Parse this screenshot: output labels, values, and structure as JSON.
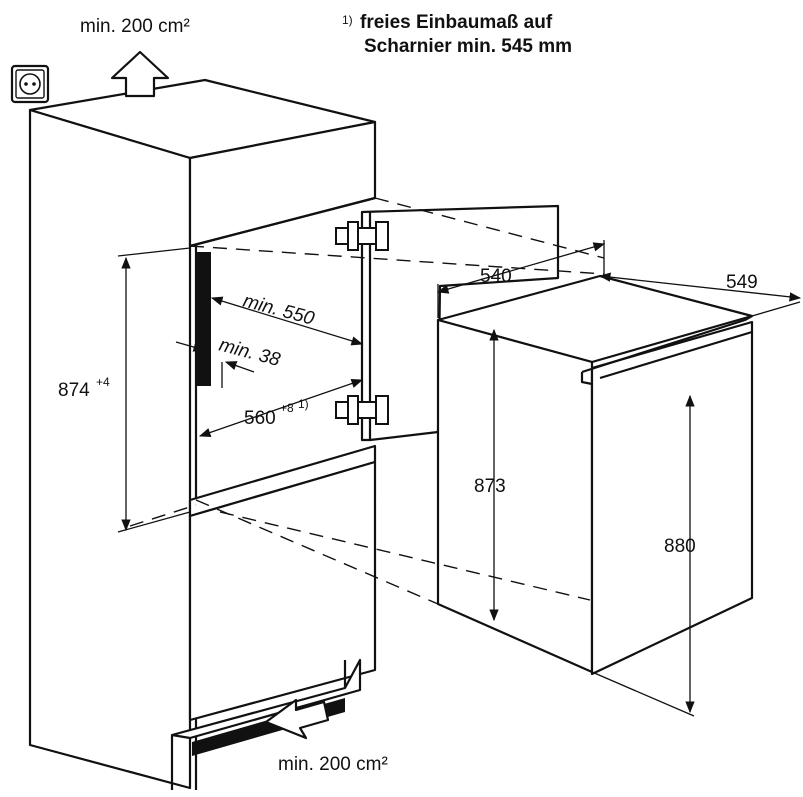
{
  "labels": {
    "vent_top": "min. 200 cm²",
    "vent_bottom": "min. 200 cm²",
    "footnote_marker": "1)",
    "footnote_line1": "freies Einbaumaß auf",
    "footnote_line2": "Scharnier min. 545 mm",
    "depth_min": "min. 550",
    "gap_min": "min. 38",
    "niche_height": "874",
    "niche_height_tol": "+4",
    "niche_width": "560",
    "niche_width_tol": "+8",
    "niche_width_note": "1)",
    "appliance_depth": "540",
    "appliance_width": "549",
    "appliance_height_body": "873",
    "appliance_height_total": "880"
  },
  "icons": {
    "socket": "power-socket-icon",
    "arrow_up": "airflow-up-arrow-icon",
    "arrow_in": "airflow-in-arrow-icon"
  }
}
